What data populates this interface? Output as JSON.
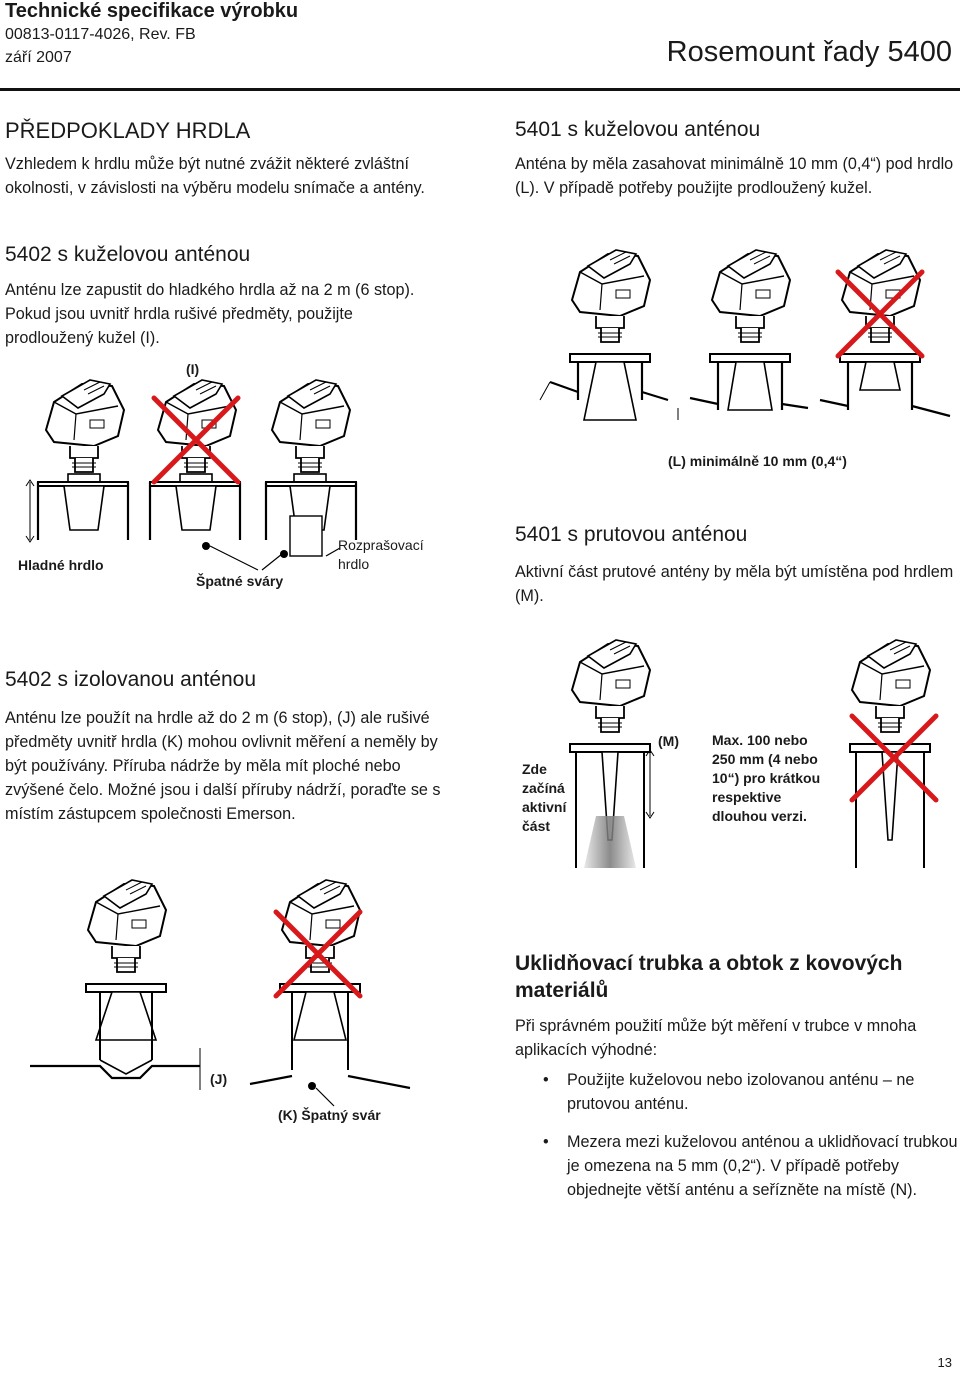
{
  "header": {
    "title": "Technické specifikace výrobku",
    "doc_number": "00813-0117-4026, Rev. FB",
    "date": "září 2007",
    "product": "Rosemount řady 5400"
  },
  "sections": {
    "nozzle": {
      "heading": "PŘEDPOKLADY HRDLA",
      "text": "Vzhledem k hrdlu může být nutné zvážit některé zvláštní okolnosti, v závislosti na výběru modelu snímače a antény."
    },
    "s5402_cone": {
      "heading": "5402 s kuželovou anténou",
      "text": "Anténu lze zapustit do hladkého hrdla až na 2 m (6 stop). Pokud jsou uvnitř hrdla rušivé předměty, použijte prodloužený kužel (I).",
      "label_I": "(I)",
      "label_smooth": "Hladné hrdlo",
      "label_bad_welds": "Špatné sváry",
      "label_spray_1": "Rozprašovací",
      "label_spray_2": "hrdlo"
    },
    "s5401_cone": {
      "heading": "5401 s kuželovou anténou",
      "text": "Anténa by měla zasahovat minimálně 10 mm (0,4“) pod hrdlo (L). V případě potřeby použijte prodloužený kužel.",
      "label_L": "(L) minimálně 10 mm (0,4“)"
    },
    "s5401_rod": {
      "heading": "5401 s prutovou anténou",
      "text": "Aktivní část prutové antény by měla být umístěna pod hrdlem (M).",
      "label_active": [
        "Zde",
        "začíná",
        "aktivní",
        "část"
      ],
      "label_M": "(M)",
      "label_max": [
        "Max. 100 nebo",
        "250 mm (4 nebo",
        "10“) pro krátkou",
        "respektive",
        "dlouhou verzi."
      ]
    },
    "s5402_insulated": {
      "heading": "5402 s izolovanou anténou",
      "text": "Anténu lze použít na hrdle až do 2 m (6 stop), (J) ale rušivé předměty uvnitř hrdla (K) mohou ovlivnit měření a neměly by být používány. Příruba nádrže by měla mít ploché nebo zvýšené čelo. Možné jsou i další příruby nádrží, poraďte se s místím zástupcem společnosti Emerson.",
      "label_J": "(J)",
      "label_K": "(K) Špatný svár"
    },
    "stilling": {
      "heading": "Uklidňovací trubka a obtok z kovových materiálů",
      "intro": "Při správném použití může být měření v trubce v mnoha aplikacích výhodné:",
      "bullets": [
        "Použijte kuželovou nebo izolovanou anténu – ne prutovou anténu.",
        "Mezera mezi kuželovou anténou a uklidňovací trubkou je omezena na 5 mm (0,2“). V případě potřeby objednejte větší anténu a seřízněte na místě (N)."
      ]
    }
  },
  "page_number": "13"
}
